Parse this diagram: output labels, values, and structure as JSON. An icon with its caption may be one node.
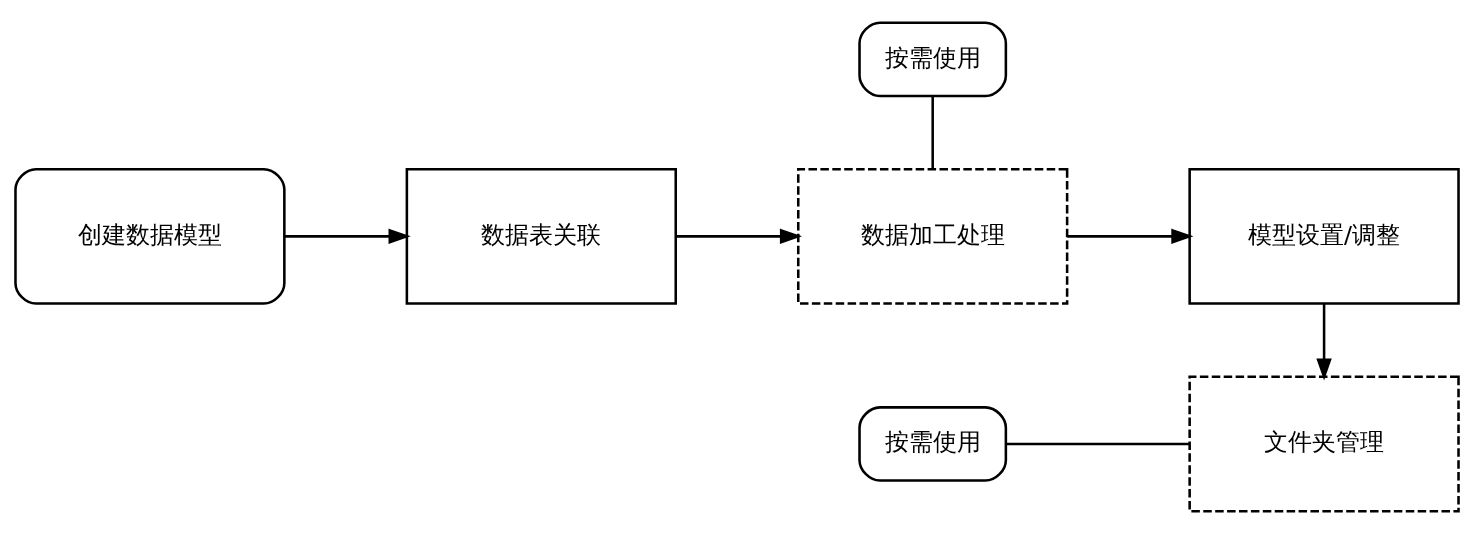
{
  "diagram": {
    "nodes": [
      {
        "text": [
          "创建数据模型"
        ]
      },
      {
        "text": [
          "数据表关联"
        ]
      },
      {
        "text": [
          "数据加工处理"
        ]
      },
      {
        "text": [
          "按需使用"
        ]
      },
      {
        "text": [
          "模型设置/调整"
        ]
      },
      {
        "text": [
          "按需使用"
        ]
      },
      {
        "text": [
          "文件夹管理"
        ]
      }
    ],
    "edges": [
      {
        "from": 0,
        "to": 1,
        "arrow": "to"
      },
      {
        "from": 1,
        "to": 2,
        "arrow": "to"
      },
      {
        "from": 2,
        "to": 4,
        "arrow": "to"
      },
      {
        "from": 4,
        "to": 6,
        "arrow": "to"
      },
      {
        "from": 3,
        "to": 2,
        "arrow": "none"
      },
      {
        "from": 5,
        "to": 6,
        "arrow": "none"
      }
    ]
  }
}
